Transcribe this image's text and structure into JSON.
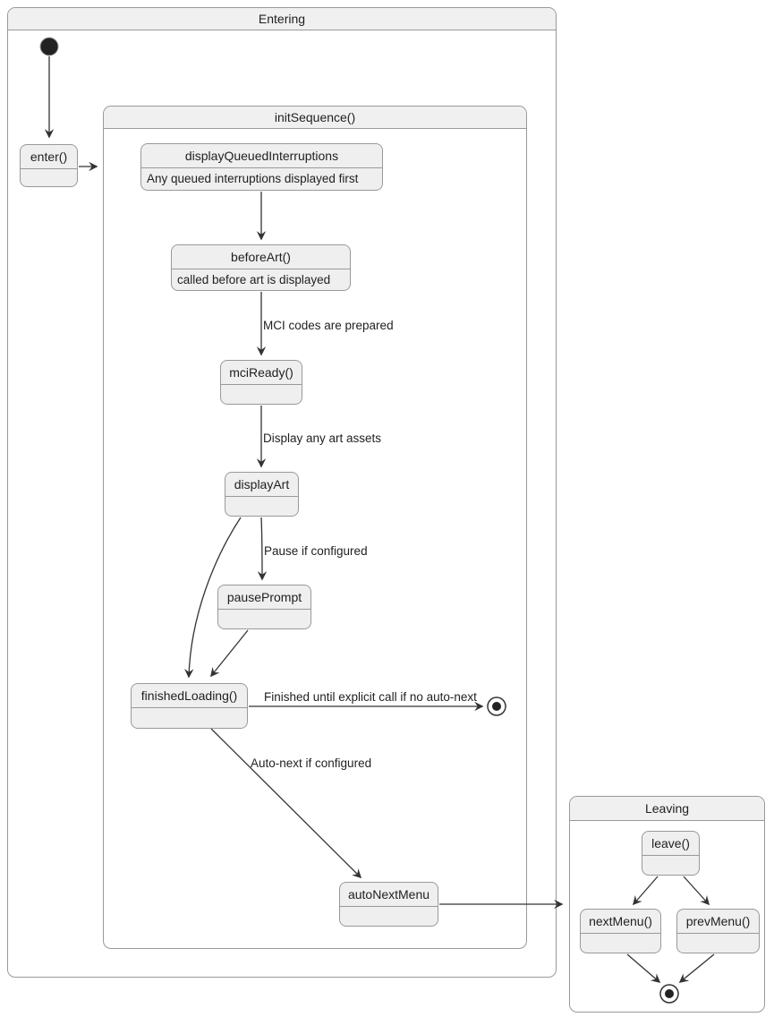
{
  "diagram": {
    "title_regions": {
      "entering": {
        "title": "Entering"
      },
      "initSequence": {
        "title": "initSequence()"
      },
      "leaving": {
        "title": "Leaving"
      }
    },
    "states": {
      "enter": {
        "label": "enter()"
      },
      "displayQueuedInterruptions": {
        "label": "displayQueuedInterruptions",
        "description": "Any queued interruptions displayed first"
      },
      "beforeArt": {
        "label": "beforeArt()",
        "description": "called before art is displayed"
      },
      "mciReady": {
        "label": "mciReady()"
      },
      "displayArt": {
        "label": "displayArt"
      },
      "pausePrompt": {
        "label": "pausePrompt"
      },
      "finishedLoading": {
        "label": "finishedLoading()"
      },
      "autoNextMenu": {
        "label": "autoNextMenu"
      },
      "leave": {
        "label": "leave()"
      },
      "nextMenu": {
        "label": "nextMenu()"
      },
      "prevMenu": {
        "label": "prevMenu()"
      }
    },
    "edge_labels": {
      "mci": "MCI codes are prepared",
      "display_assets": "Display any art assets",
      "pause": "Pause if configured",
      "finished": "Finished until explicit call if no auto-next",
      "autonext": "Auto-next if configured"
    },
    "colors": {
      "state_fill": "#efefef",
      "state_border": "#999999",
      "header_fill": "#f0f0f0",
      "edge_stroke": "#333333",
      "text": "#1f1f1f",
      "background": "#ffffff"
    }
  }
}
